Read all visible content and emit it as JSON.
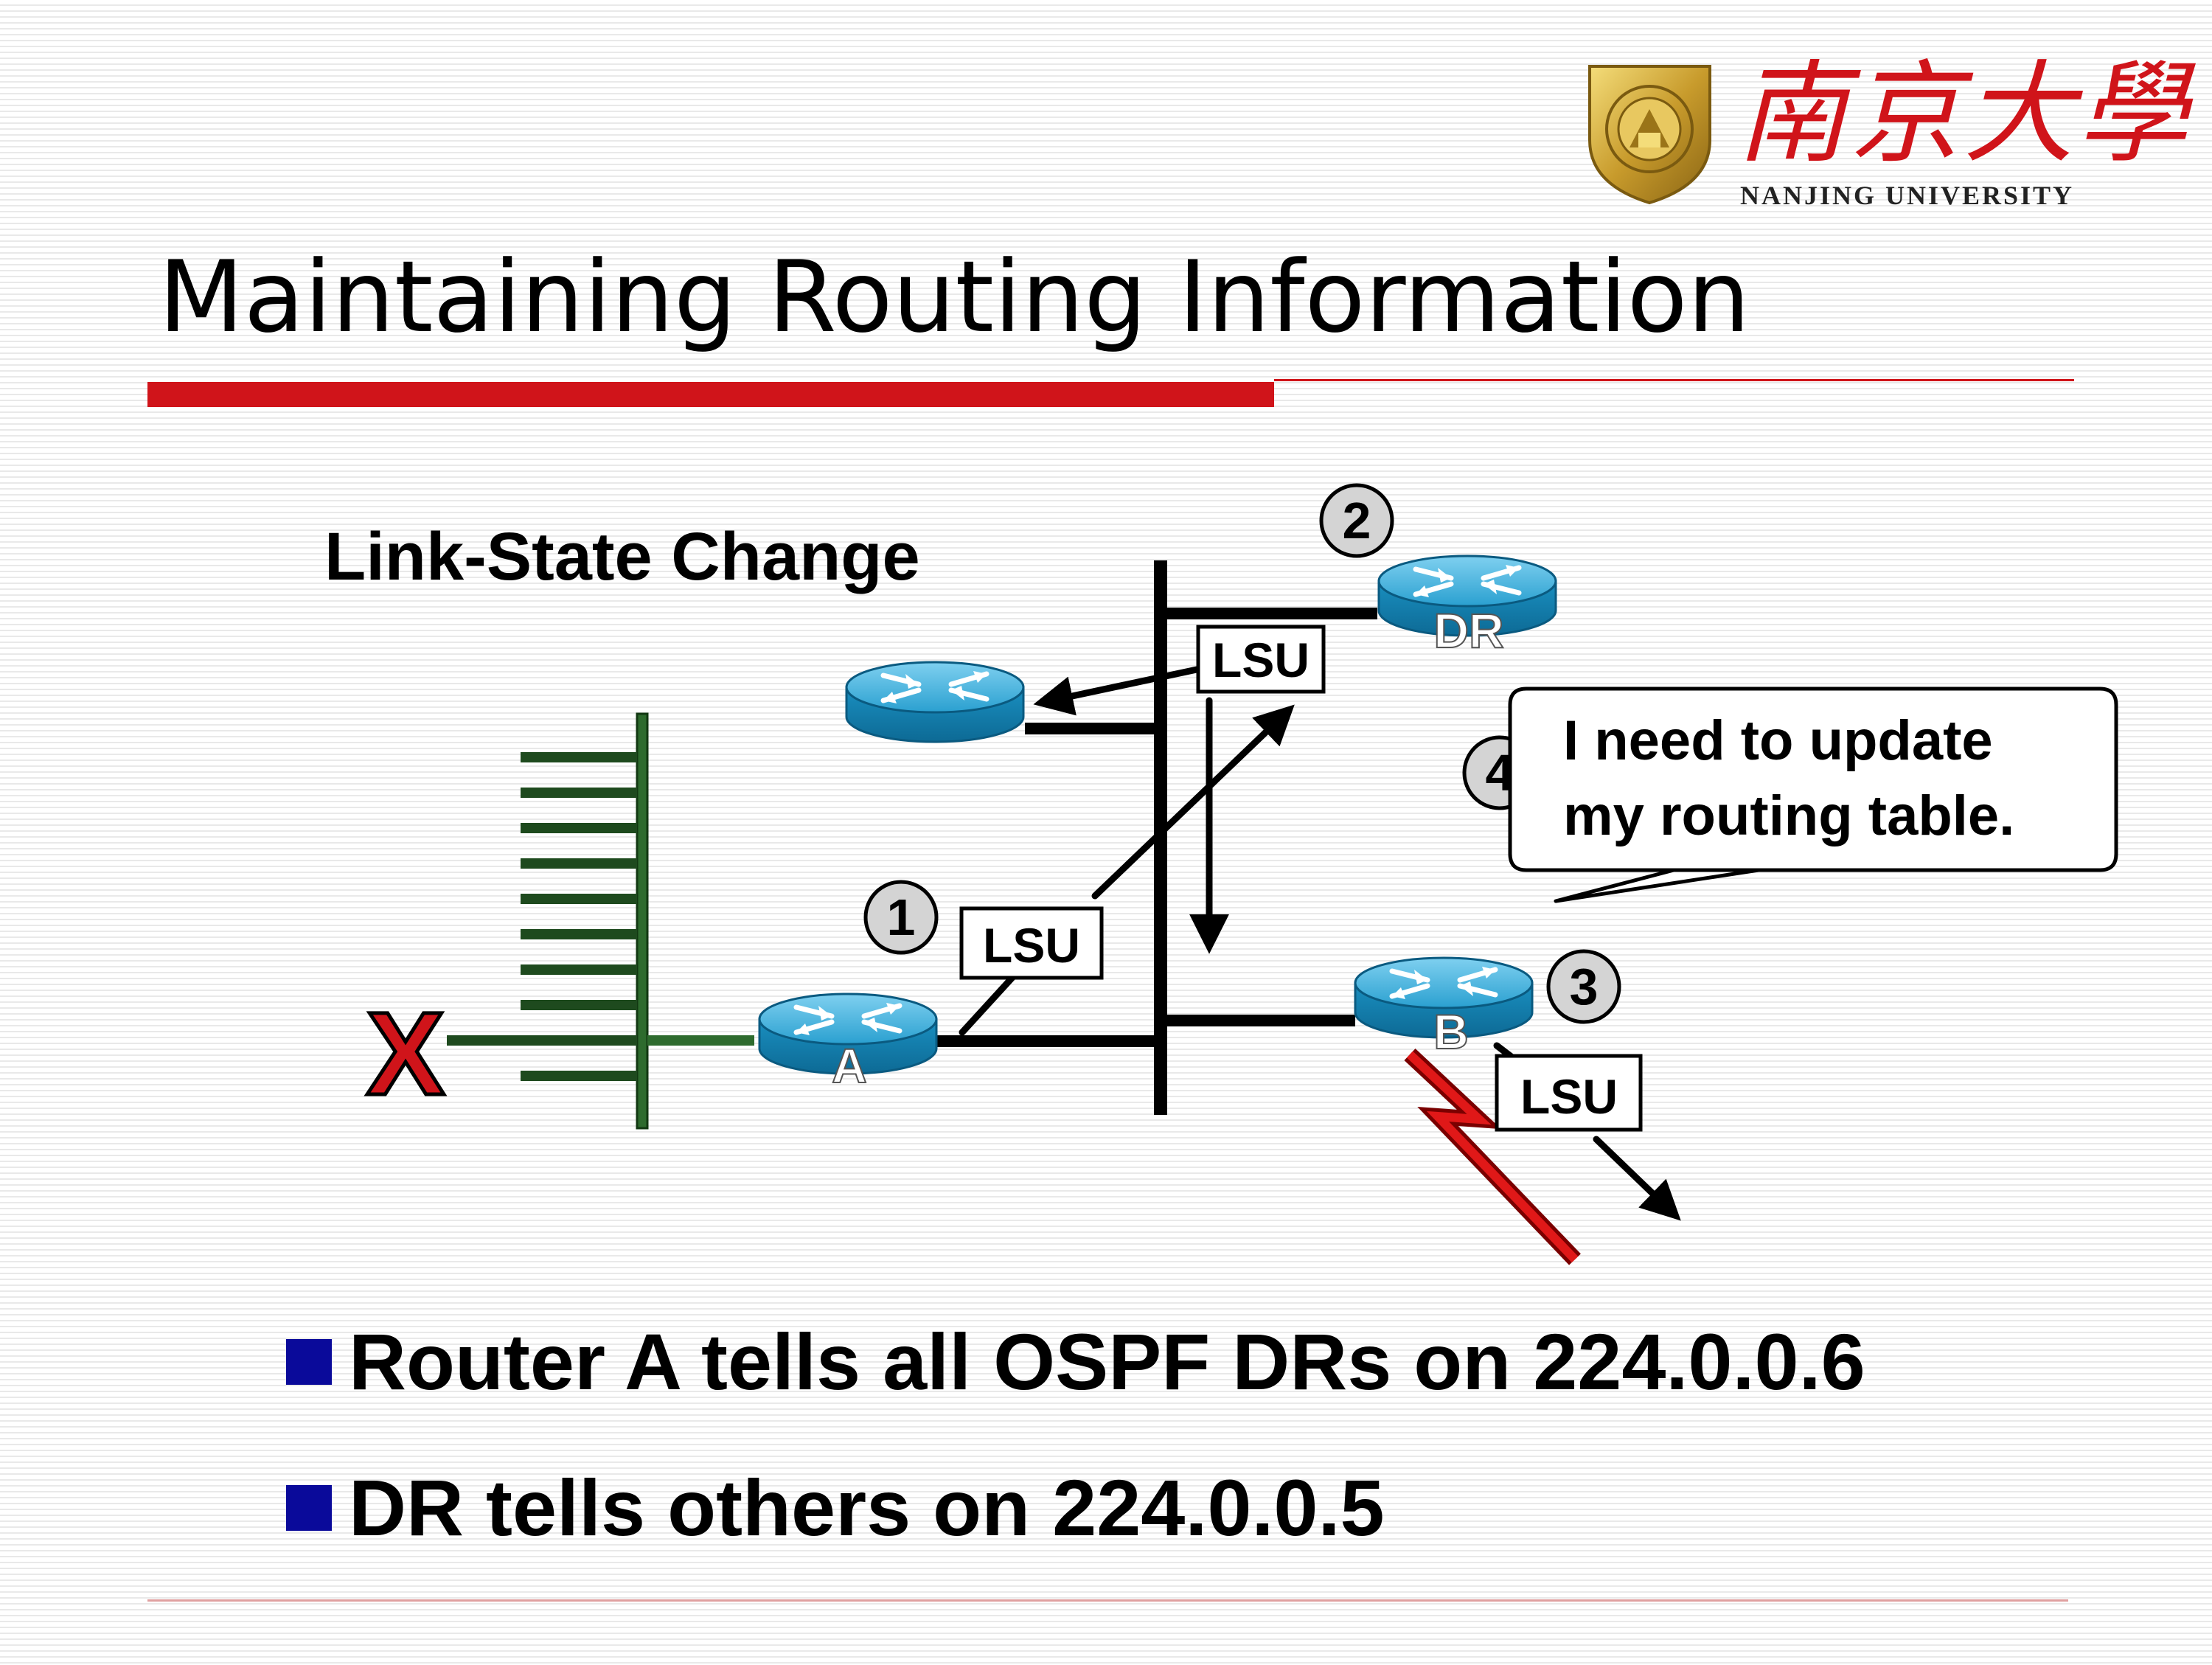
{
  "logo": {
    "chinese_name": "南京大學",
    "english_name": "NANJING UNIVERSITY"
  },
  "title": "Maintaining Routing Information",
  "diagram": {
    "heading": "Link-State Change",
    "lsu_label": "LSU",
    "routers": {
      "a": "A",
      "dr": "DR",
      "b": "B"
    },
    "steps": {
      "s1": "1",
      "s2": "2",
      "s3": "3",
      "s4": "4"
    },
    "callout_line1": "I need to update",
    "callout_line2": "my routing table.",
    "failed_link_mark": "X"
  },
  "bullets": [
    {
      "text": "Router A tells all OSPF DRs on 224.0.0.6"
    },
    {
      "text": "DR tells others on 224.0.0.5"
    }
  ],
  "colors": {
    "accent_red": "#d0141a",
    "bullet_blue": "#0a0a9a",
    "router_blue": "#1a8fc0",
    "bus_green": "#1e4a1e"
  }
}
